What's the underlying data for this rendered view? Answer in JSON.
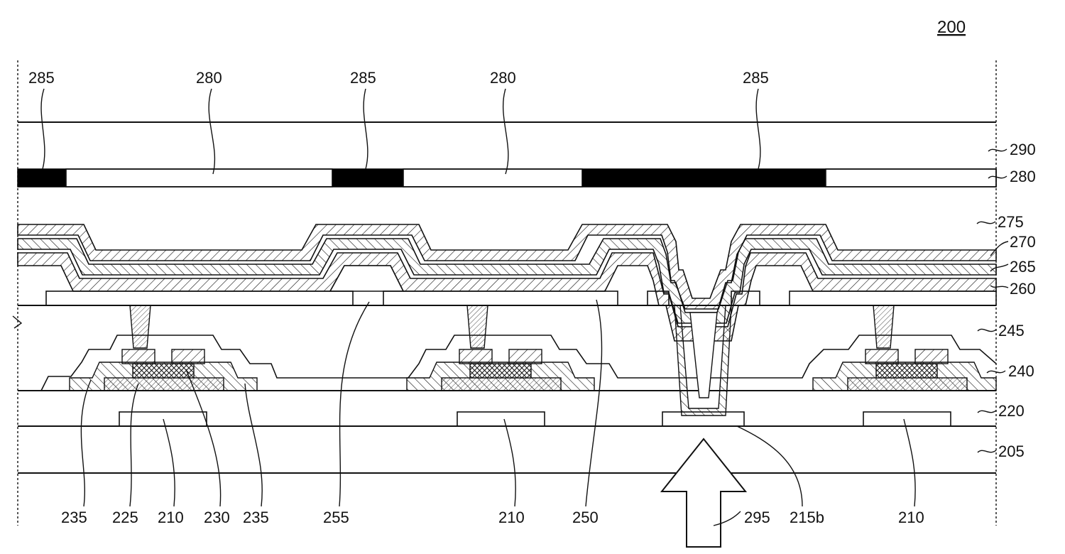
{
  "figure": {
    "number": "200"
  },
  "top_labels": {
    "a": "285",
    "b": "280",
    "c": "285",
    "d": "280",
    "e": "285"
  },
  "right_labels": {
    "l290": "290",
    "l280": "280",
    "l275": "275",
    "l270": "270",
    "l265": "265",
    "l260": "260",
    "l245": "245",
    "l240": "240",
    "l220": "220",
    "l205": "205"
  },
  "bottom_labels": {
    "a": "235",
    "b": "225",
    "c": "210",
    "d": "230",
    "e": "235",
    "f": "255",
    "g": "210",
    "h": "250",
    "i": "295",
    "j": "215b",
    "k": "210"
  },
  "colors": {
    "stroke": "#111111",
    "black_matrix": "#000000",
    "background": "#ffffff"
  }
}
